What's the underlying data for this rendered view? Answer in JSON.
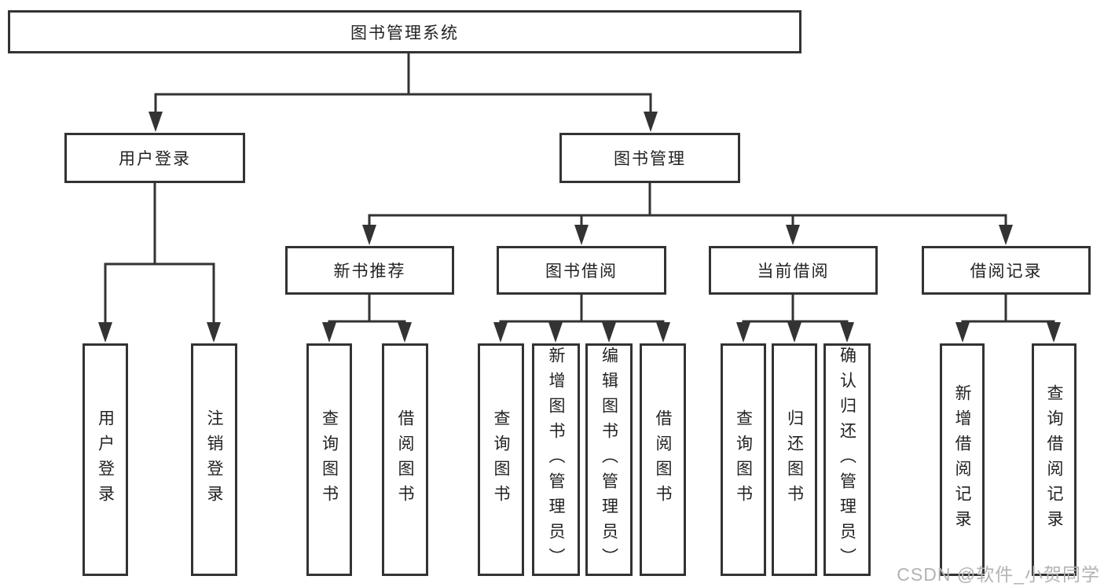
{
  "tree": {
    "root": {
      "label": "图书管理系统"
    },
    "branches": [
      {
        "label": "用户登录",
        "leaves": [
          {
            "label": "用户登录"
          },
          {
            "label": "注销登录"
          }
        ]
      },
      {
        "label": "图书管理",
        "groups": [
          {
            "label": "新书推荐",
            "leaves": [
              {
                "label": "查询图书"
              },
              {
                "label": "借阅图书"
              }
            ]
          },
          {
            "label": "图书借阅",
            "leaves": [
              {
                "label": "查询图书"
              },
              {
                "label": "新增图书（管理员）"
              },
              {
                "label": "编辑图书（管理员）"
              },
              {
                "label": "借阅图书"
              }
            ]
          },
          {
            "label": "当前借阅",
            "leaves": [
              {
                "label": "查询图书"
              },
              {
                "label": "归还图书"
              },
              {
                "label": "确认归还（管理员）"
              }
            ]
          },
          {
            "label": "借阅记录",
            "leaves": [
              {
                "label": "新增借阅记录"
              },
              {
                "label": "查询借阅记录"
              }
            ]
          }
        ]
      }
    ]
  },
  "watermark": {
    "text": "CSDN @软件_小贺同学",
    "color": "#b3b3b3"
  },
  "colors": {
    "line": "#333333",
    "text": "#222222",
    "background": "#ffffff"
  }
}
